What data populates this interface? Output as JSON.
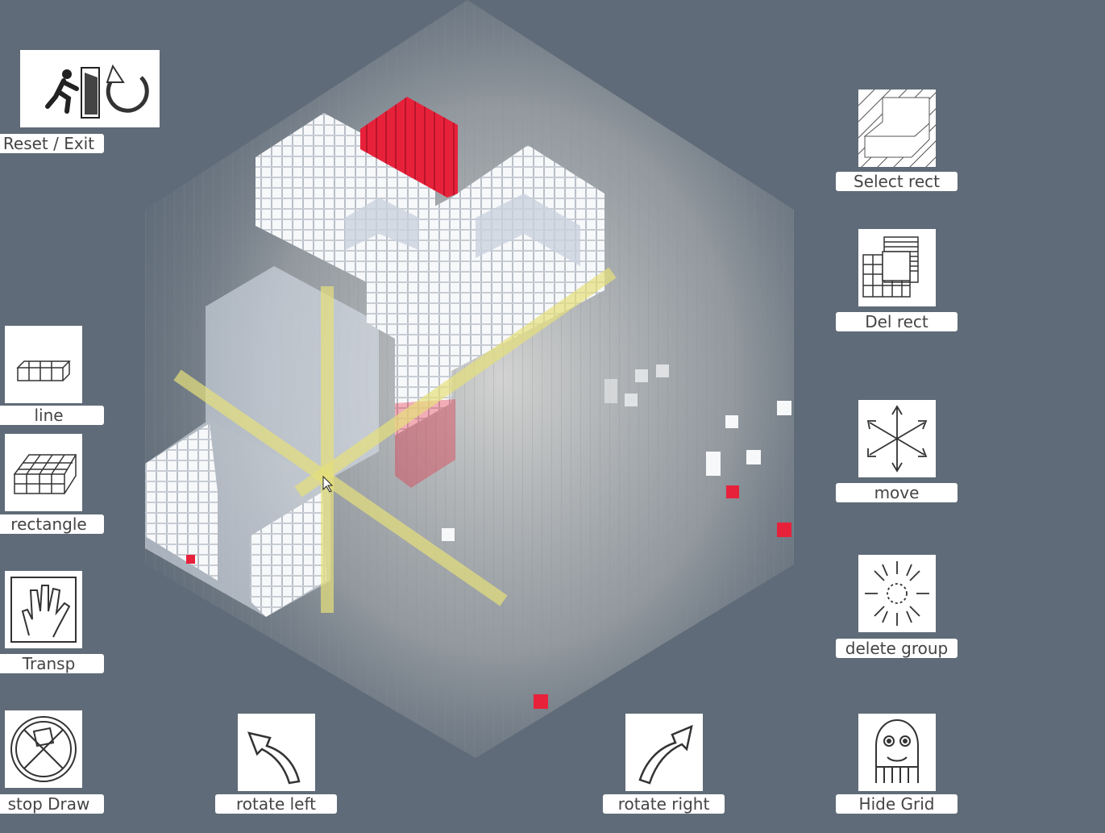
{
  "toolbar_left": {
    "reset_exit": "Reset / Exit",
    "line": "line",
    "rectangle": "rectangle",
    "transp": "Transp",
    "stop_draw": "stop Draw"
  },
  "toolbar_right": {
    "select_rect": "Select rect",
    "del_rect": "Del rect",
    "move": "move",
    "delete_group": "delete group",
    "hide_grid": "Hide Grid"
  },
  "toolbar_bottom": {
    "rotate_left": "rotate left",
    "rotate_right": "rotate right"
  },
  "colors": {
    "background": "#5f6b78",
    "voxel_white": "#f4f6f8",
    "voxel_selected": "#e8213a",
    "axis_highlight": "#e6e07a"
  }
}
